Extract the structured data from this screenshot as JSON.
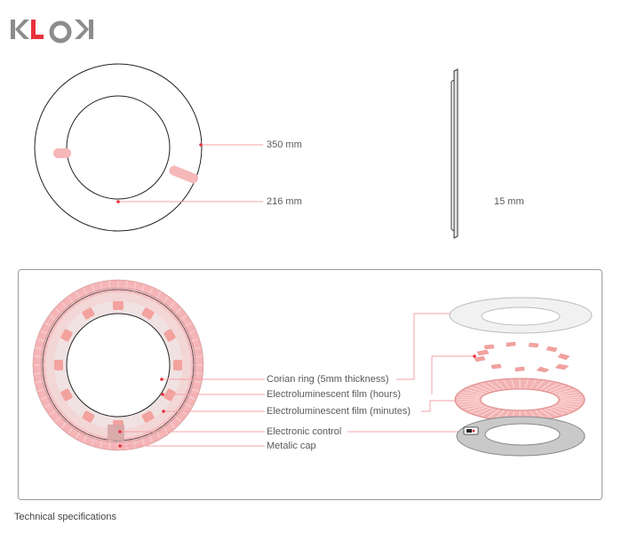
{
  "brand": {
    "logo_text": "KLOK",
    "accent_color": "#e8323c",
    "logo_gray": "#8c8c8c"
  },
  "dimensions": {
    "outer_diameter": "350 mm",
    "inner_diameter": "216 mm",
    "thickness": "15 mm"
  },
  "components": {
    "corian_ring": "Corian ring (5mm thickness)",
    "el_hours": "Electroluminescent film (hours)",
    "el_minutes": "Electroluminescent film (minutes)",
    "electronic_control": "Electronic control",
    "metalic_cap": "Metalic cap"
  },
  "colors": {
    "leader_line": "#f5a3a8",
    "dot": "#e8323c",
    "ring_pink": "#f6c4c6",
    "segment_pink": "#f3a29e",
    "cap_gray": "#c8c8c8"
  },
  "caption": "Technical specifications"
}
